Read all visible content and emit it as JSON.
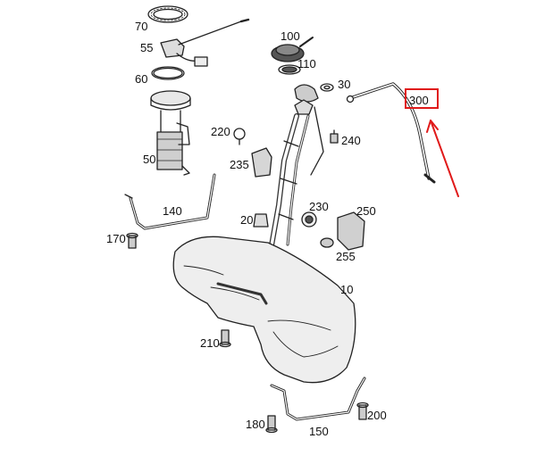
{
  "labels": {
    "p70": "70",
    "p55": "55",
    "p60": "60",
    "p100": "100",
    "p110": "110",
    "p30": "30",
    "p220": "220",
    "p240": "240",
    "p50": "50",
    "p235": "235",
    "p140": "140",
    "p230": "230",
    "p20": "20",
    "p250": "250",
    "p170": "170",
    "p255": "255",
    "p10": "10",
    "p210": "210",
    "p200": "200",
    "p180": "180",
    "p150": "150"
  },
  "highlight": {
    "part": "300",
    "box_color": "#e01a1a",
    "arrow_color": "#e01a1a"
  }
}
